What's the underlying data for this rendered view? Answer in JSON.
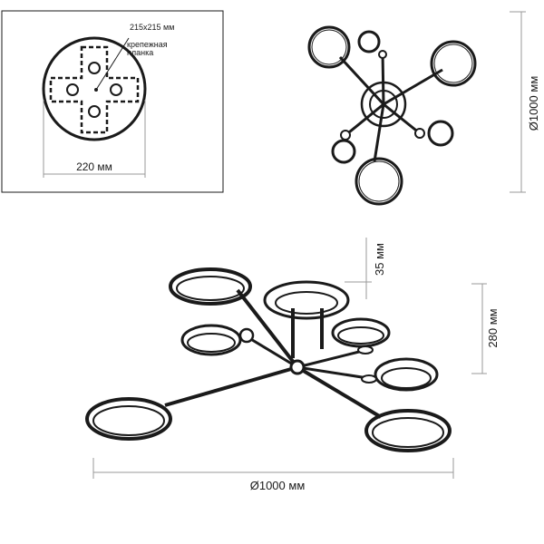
{
  "mount_plate": {
    "plate_size": "215x215 мм",
    "plate_name_line1": "крепежная",
    "plate_name_line2": "планка",
    "base_diameter": "220 мм"
  },
  "top_view": {
    "diameter": "Ø1000 мм"
  },
  "side_view": {
    "canopy_height": "35 мм",
    "total_height": "280 мм",
    "width": "Ø1000 мм"
  },
  "colors": {
    "line": "#1a1a1a",
    "dimension": "#9a9a9a"
  }
}
